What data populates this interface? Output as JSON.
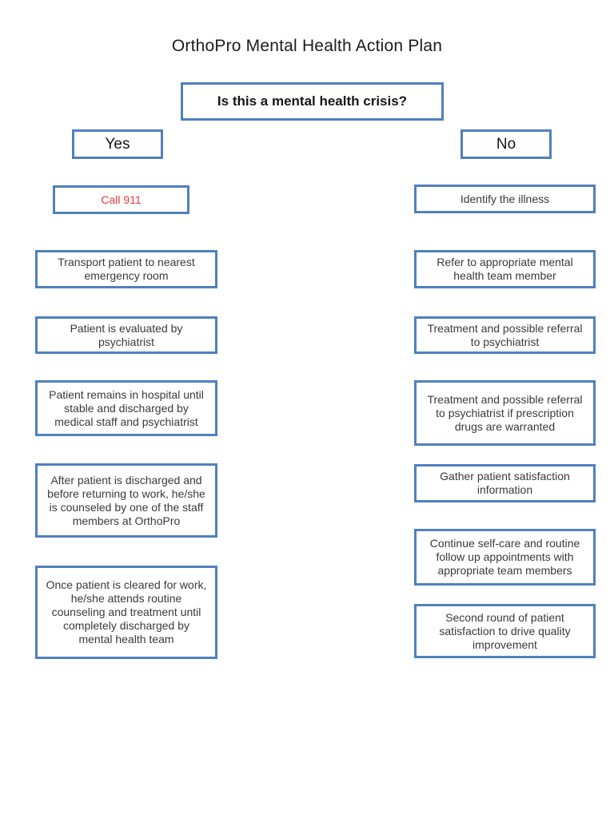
{
  "page": {
    "title": "OrthoPro Mental Health Action Plan"
  },
  "question": {
    "label": "Is this a mental health crisis?"
  },
  "branches": {
    "yes": {
      "label": "Yes",
      "steps": [
        {
          "text": "Call 911",
          "emphasis": "alert"
        },
        {
          "text": "Transport patient to nearest emergency room"
        },
        {
          "text": "Patient is evaluated by psychiatrist"
        },
        {
          "text": "Patient remains in hospital until stable and discharged by medical staff and psychiatrist"
        },
        {
          "text": "After patient is discharged and before returning to work, he/she is counseled by one of the staff members at OrthoPro"
        },
        {
          "text": "Once patient is cleared for work, he/she attends routine counseling and treatment until completely discharged by mental health team"
        }
      ]
    },
    "no": {
      "label": "No",
      "steps": [
        {
          "text": "Identify the illness"
        },
        {
          "text": "Refer to appropriate mental health team member"
        },
        {
          "text": "Treatment and possible referral to psychiatrist"
        },
        {
          "text": "Treatment and possible referral to psychiatrist if prescription drugs are warranted"
        },
        {
          "text": "Gather patient satisfaction information"
        },
        {
          "text": "Continue self-care and routine follow up appointments with appropriate team members"
        },
        {
          "text": "Second round of patient satisfaction to drive quality improvement"
        }
      ]
    }
  },
  "colors": {
    "box_border": "#4f81bd",
    "alert_text": "#e53935",
    "body_text": "#3a3a3a",
    "heading_text": "#161616"
  }
}
